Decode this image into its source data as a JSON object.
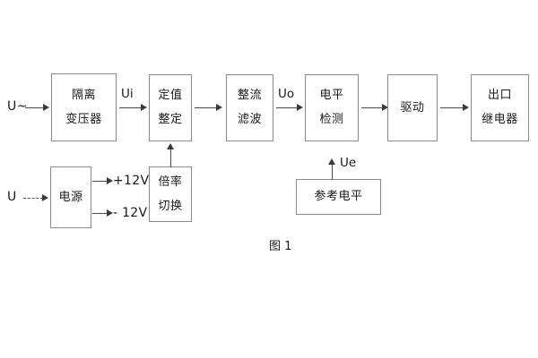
{
  "diagram": {
    "caption": "图 1",
    "inputs": {
      "ac_source": "U~",
      "dc_source": "U"
    },
    "signals": {
      "ui": "Ui",
      "uo": "Uo",
      "ue": "Ue"
    },
    "rails": {
      "positive": "+12V",
      "negative": "- 12V"
    },
    "blocks": [
      {
        "id": "isolation-transformer",
        "lines": [
          "隔离",
          "变压器"
        ]
      },
      {
        "id": "setpoint-adjust",
        "lines": [
          "定值",
          "整定"
        ]
      },
      {
        "id": "rectify-filter",
        "lines": [
          "整流",
          "滤波"
        ]
      },
      {
        "id": "level-detect",
        "lines": [
          "电平",
          "检测"
        ]
      },
      {
        "id": "drive",
        "lines": [
          "驱动"
        ]
      },
      {
        "id": "output-relay",
        "lines": [
          "出口",
          "继电器"
        ]
      },
      {
        "id": "power-supply",
        "lines": [
          "电源"
        ]
      },
      {
        "id": "multiplier-switch",
        "lines": [
          "倍率",
          "切换"
        ]
      },
      {
        "id": "reference-level",
        "lines": [
          "参考电平"
        ]
      }
    ]
  }
}
